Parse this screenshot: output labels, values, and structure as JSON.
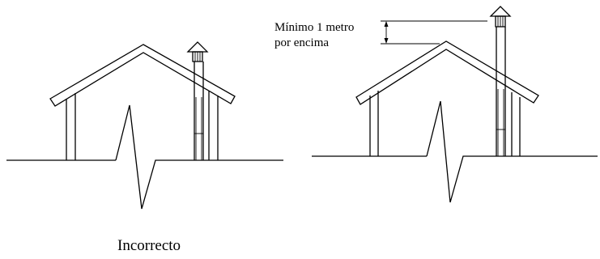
{
  "annotation": {
    "line1": "Mínimo 1 metro",
    "line2": "por encima"
  },
  "caption": {
    "left": "Incorrecto"
  }
}
